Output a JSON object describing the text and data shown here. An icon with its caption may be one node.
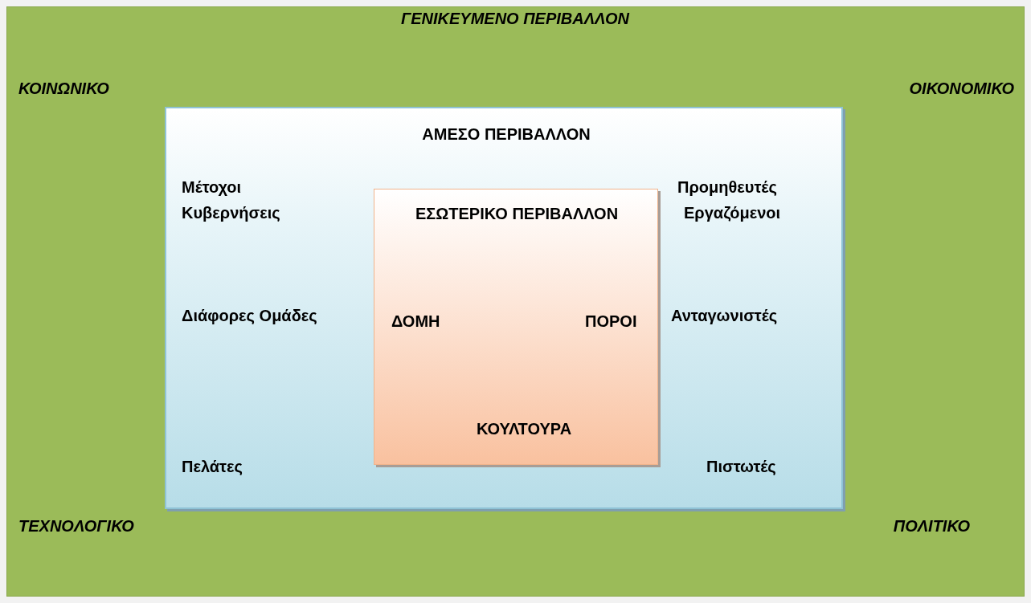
{
  "diagram": {
    "nodes": [
      {
        "text": [
          "ΓΕΝΙΚΕΥΜΕΝΟ ΠΕΡΙΒΑΛΛΟΝ",
          "ΚΟΙΝΩΝΙΚΟ",
          "ΟΙΚΟΝΟΜΙΚΟ",
          "ΤΕΧΝΟΛΟΓΙΚΟ",
          "ΠΟΛΙΤΙΚΟ"
        ]
      },
      {
        "text": [
          "ΑΜΕΣΟ ΠΕΡΙΒΑΛΛΟΝ",
          "Μέτοχοι",
          "Κυβερνήσεις",
          "Προμηθευτές",
          "Εργαζόμενοι",
          "Διάφορες Ομάδες",
          "Ανταγωνιστές",
          "Πελάτες",
          "Πιστωτές"
        ],
        "in": 0
      },
      {
        "text": [
          "ΕΣΩΤΕΡΙΚΟ ΠΕΡΙΒΑΛΛΟΝ",
          "ΔΟΜΗ",
          "ΠΟΡΟΙ",
          "ΚΟΥΛΤΟΥΡΑ"
        ],
        "in": 1
      }
    ],
    "edges": []
  }
}
